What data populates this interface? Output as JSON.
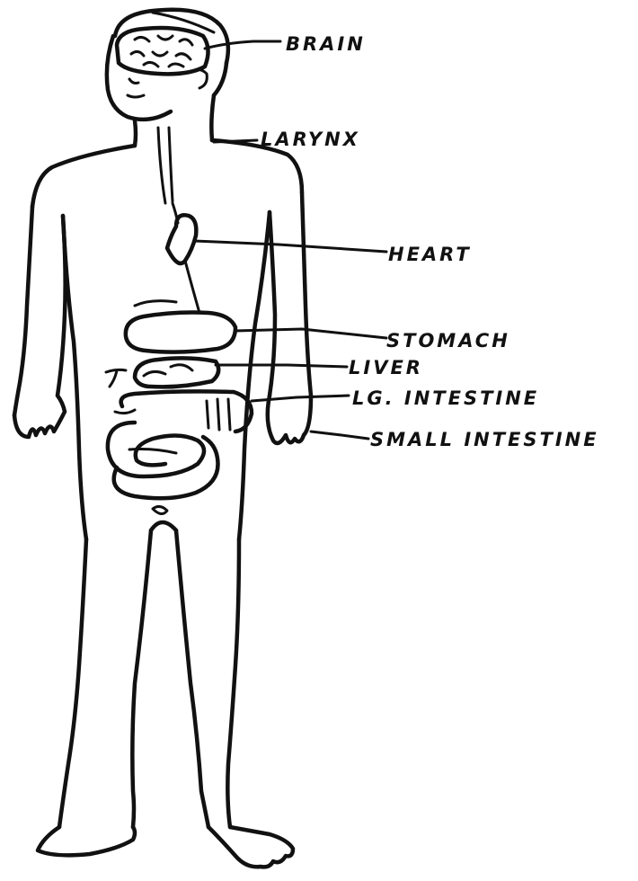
{
  "labels": {
    "brain": "BRAIN",
    "larynx": "LARYNX",
    "heart": "HEART",
    "stomach": "STOMACH",
    "liver": "LIVER",
    "lg_intestine": "LG. INTESTINE",
    "small_intestine": "SMALL INTESTINE"
  }
}
